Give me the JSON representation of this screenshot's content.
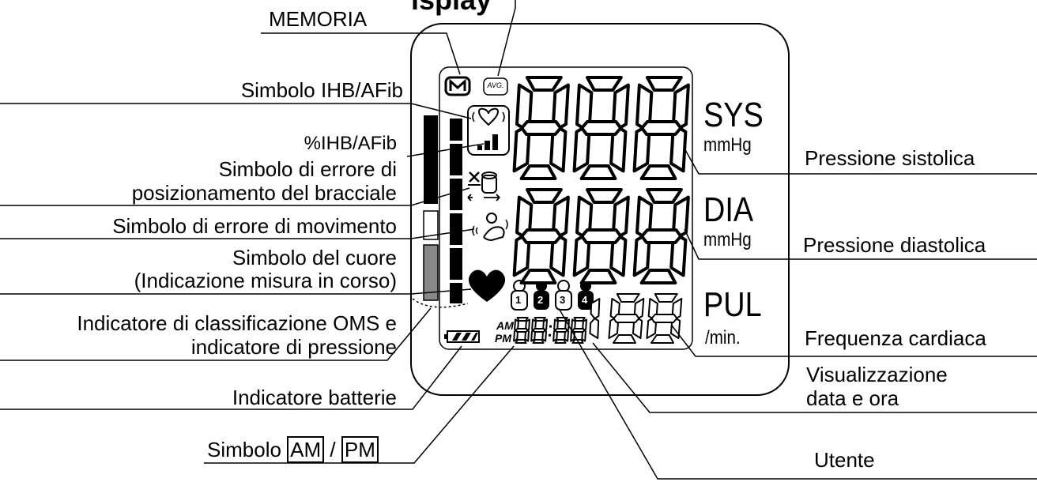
{
  "labels": {
    "title_fragment": "isplay",
    "memoria": "MEMORIA",
    "ihb_symbol": "Simbolo IHB/AFib",
    "ihb_percent": "%IHB/AFib",
    "cuff_error_1": "Simbolo di errore di",
    "cuff_error_2": "posizionamento del bracciale",
    "movement_error": "Simbolo di errore di movimento",
    "heart_1": "Simbolo del cuore",
    "heart_2": "(Indicazione misura in corso)",
    "who_1": "Indicatore di classificazione OMS e",
    "who_2": "indicatore di pressione",
    "battery": "Indicatore batterie",
    "ampm_prefix": "Simbolo",
    "am": "AM",
    "ampm_sep": "/",
    "pm": "PM",
    "systolic": "Pressione sistolica",
    "diastolic": "Pressione diastolica",
    "pulse": "Frequenza cardiaca",
    "datetime_1": "Visualizzazione",
    "datetime_2": "data e ora",
    "user": "Utente"
  },
  "display": {
    "memory_icon": "M",
    "avg_icon": "AVG.",
    "sys_digits": "888",
    "dia_digits": "888",
    "pul_digits": "188",
    "datetime_digits": "88:88",
    "am": "AM",
    "pm": "PM",
    "sys_label": "SYS",
    "sys_unit": "mmHg",
    "dia_label": "DIA",
    "dia_unit": "mmHg",
    "pul_label": "PUL",
    "pul_unit": "/min.",
    "users": [
      "1",
      "2",
      "3",
      "4"
    ]
  },
  "icons": [
    "memory-icon",
    "avg-icon",
    "ihb-heart-icon",
    "signal-bars-icon",
    "cuff-error-icon",
    "movement-icon",
    "heart-icon",
    "battery-icon",
    "user-icon"
  ]
}
